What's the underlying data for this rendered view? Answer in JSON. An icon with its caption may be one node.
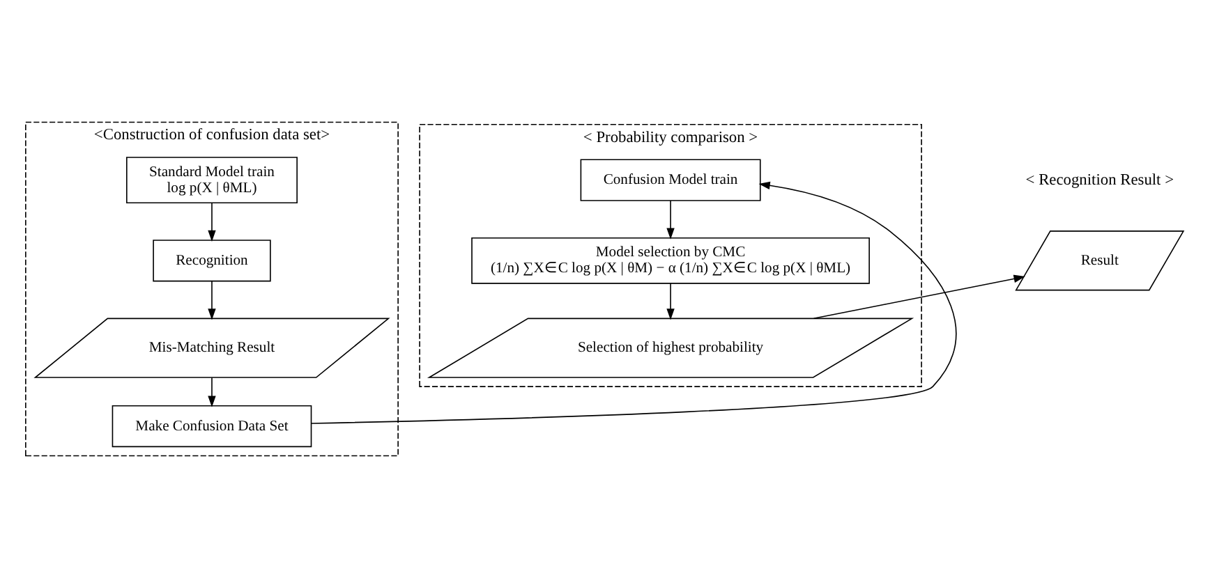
{
  "diagram": {
    "nodes": [
      {
        "text": [
          "<Construction of confusion data set>"
        ]
      },
      {
        "text": [
          "Standard Model train",
          "log p(X | θML)"
        ],
        "in": 0
      },
      {
        "text": [
          "Recognition"
        ],
        "in": 0
      },
      {
        "text": [
          "Mis-Matching Result"
        ],
        "in": 0
      },
      {
        "text": [
          "Make Confusion Data Set"
        ],
        "in": 0
      },
      {
        "text": [
          "< Probability comparison >"
        ]
      },
      {
        "text": [
          "Confusion Model train"
        ],
        "in": 5
      },
      {
        "text": [
          "Model selection by CMC",
          "(1/n) ∑X∈C log p(X | θM) − α (1/n) ∑X∈C log p(X | θML)"
        ],
        "in": 5
      },
      {
        "text": [
          "Selection of highest probability"
        ],
        "in": 5
      },
      {
        "text": [
          "Result"
        ]
      }
    ],
    "edges": [
      {
        "from": 1,
        "to": 2,
        "arrow": "to"
      },
      {
        "from": 2,
        "to": 3,
        "arrow": "to"
      },
      {
        "from": 3,
        "to": 4,
        "arrow": "to"
      },
      {
        "from": 4,
        "to": 6,
        "arrow": "to"
      },
      {
        "from": 6,
        "to": 7,
        "arrow": "to"
      },
      {
        "from": 7,
        "to": 8,
        "arrow": "to"
      },
      {
        "from": 8,
        "to": 9,
        "arrow": "to"
      }
    ],
    "labels": [
      "< Recognition Result >"
    ]
  }
}
